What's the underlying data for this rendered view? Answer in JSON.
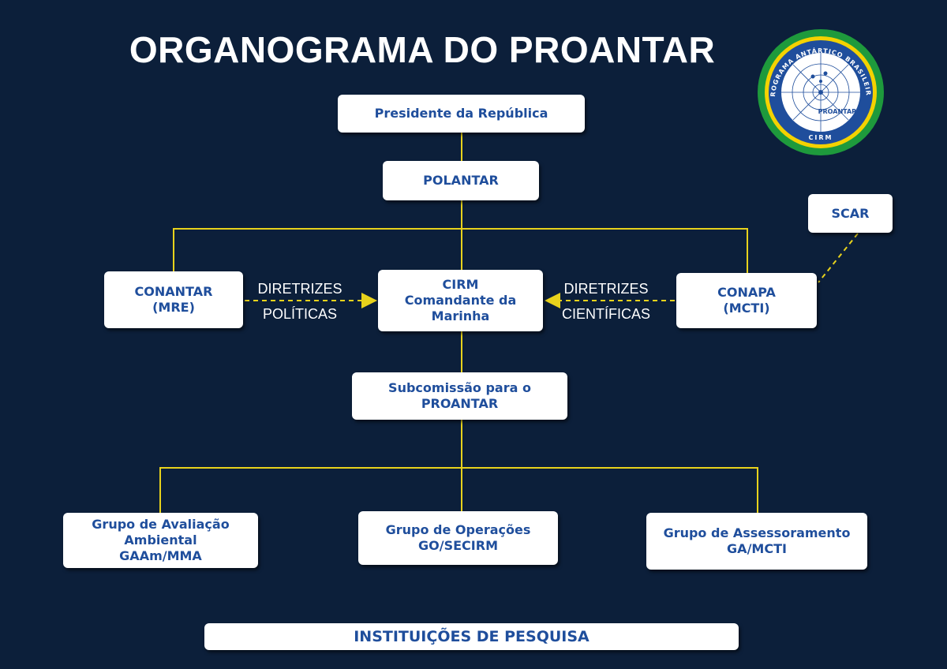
{
  "title": "ORGANOGRAMA DO PROANTAR",
  "logo": {
    "ring_text_top": "PROGRAMA ANTÁRTICO BRASILEIRO",
    "ring_text_bottom": "CIRM",
    "center_text": "PROANTAR",
    "colors": {
      "green": "#1e9a3c",
      "yellow": "#f4d200",
      "blue": "#1f4e9c",
      "white": "#ffffff"
    }
  },
  "nodes": {
    "presidente": {
      "lines": [
        "Presidente da República"
      ]
    },
    "polantar": {
      "lines": [
        "POLANTAR"
      ]
    },
    "scar": {
      "lines": [
        "SCAR"
      ]
    },
    "conantar": {
      "lines": [
        "CONANTAR",
        "(MRE)"
      ]
    },
    "cirm": {
      "lines": [
        "CIRM",
        "Comandante da",
        "Marinha"
      ]
    },
    "conapa": {
      "lines": [
        "CONAPA",
        "(MCTI)"
      ]
    },
    "subcomissao": {
      "lines": [
        "Subcomissão para o",
        "PROANTAR"
      ]
    },
    "gaam": {
      "lines": [
        "Grupo de Avaliação",
        "Ambiental",
        "GAAm/MMA"
      ]
    },
    "go": {
      "lines": [
        "Grupo de Operações",
        "GO/SECIRM"
      ]
    },
    "ga": {
      "lines": [
        "Grupo de Assessoramento",
        "GA/MCTI"
      ]
    },
    "instituicoes": {
      "lines": [
        "INSTITUIÇÕES DE PESQUISA"
      ]
    }
  },
  "edge_labels": {
    "politicas": [
      "DIRETRIZES",
      "POLÍTICAS"
    ],
    "cientificas": [
      "DIRETRIZES",
      "CIENTÍFICAS"
    ]
  },
  "colors": {
    "background": "#0c1f3a",
    "connector": "#e8d21c",
    "box_text": "#1f4e9c",
    "box_fill": "#ffffff"
  }
}
